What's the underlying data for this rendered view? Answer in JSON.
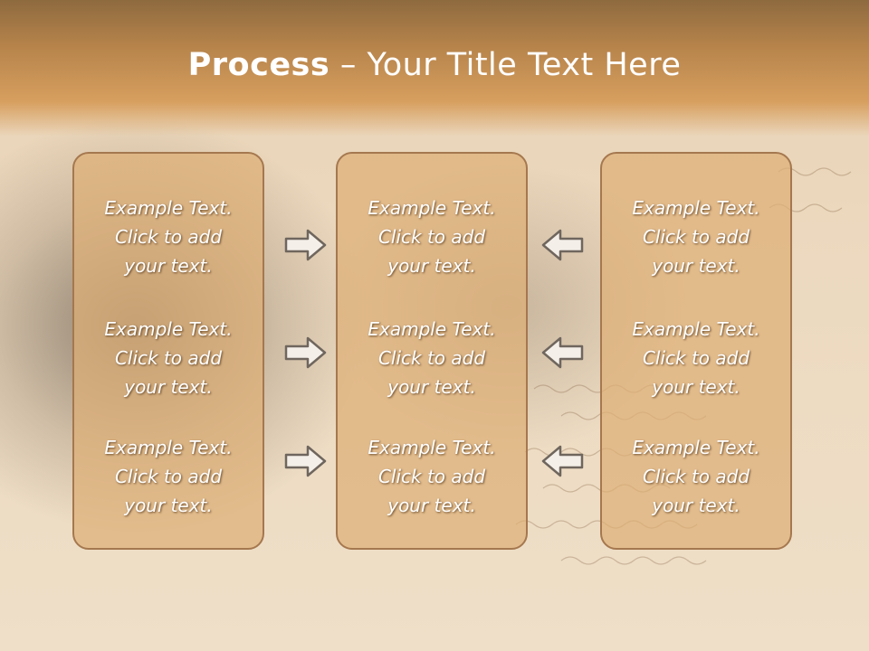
{
  "slide": {
    "title_bold": "Process",
    "title_rest": " – Your Title Text Here"
  },
  "columns": [
    {
      "items": [
        "Example Text.\nClick  to add\nyour text.",
        "Example Text.\nClick  to add\nyour text.",
        "Example Text.\nClick  to add\nyour text."
      ]
    },
    {
      "items": [
        "Example Text.\nClick  to add\nyour text.",
        "Example Text.\nClick  to add\nyour text.",
        "Example Text.\nClick  to add\nyour text."
      ]
    },
    {
      "items": [
        "Example Text.\nClick  to add\nyour text.",
        "Example Text.\nClick  to add\nyour text.",
        "Example Text.\nClick  to add\nyour text."
      ]
    }
  ],
  "arrows": {
    "left_to_center": [
      "arrow-right-icon",
      "arrow-right-icon",
      "arrow-right-icon"
    ],
    "right_to_center": [
      "arrow-left-icon",
      "arrow-left-icon",
      "arrow-left-icon"
    ]
  },
  "colors": {
    "panel_fill": "#deae76",
    "panel_border": "#a5784f",
    "header": "#c8904f",
    "text": "#ffffff"
  }
}
